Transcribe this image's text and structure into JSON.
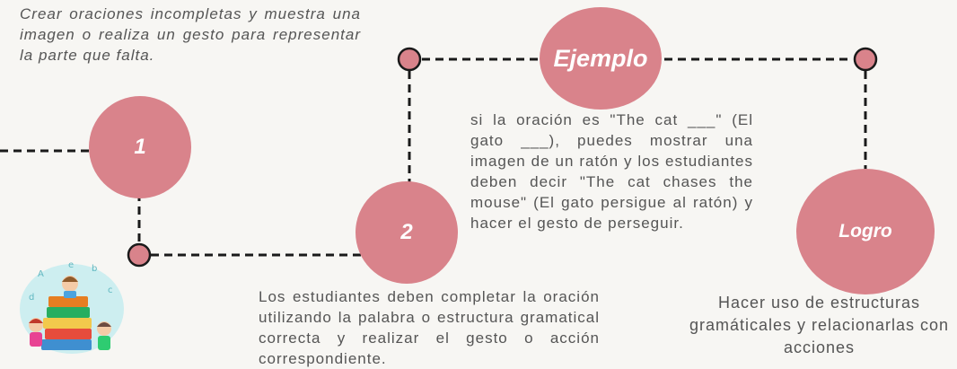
{
  "intro_text": "Crear oraciones incompletas y muestra una imagen o realiza un gesto para representar la parte que falta.",
  "circles": {
    "step1": "1",
    "step2": "2",
    "example": "Ejemplo",
    "goal": "Logro"
  },
  "example_text": "si la oración es \"The cat ___\" (El gato ___), puedes mostrar una imagen de un ratón y los estudiantes deben decir \"The cat chases the mouse\" (El gato persigue al ratón) y hacer el gesto de perseguir.",
  "step2_text": "Los estudiantes deben completar la oración utilizando la palabra o estructura gramatical correcta y realizar el gesto o acción correspondiente.",
  "goal_text": "Hacer uso de estructuras gramáticales y relacionarlas con acciones",
  "colors": {
    "circle": "#d9838b",
    "line": "#1a1a1a",
    "background": "#f7f6f3"
  },
  "illustration": "children-reading-on-books-illustration"
}
